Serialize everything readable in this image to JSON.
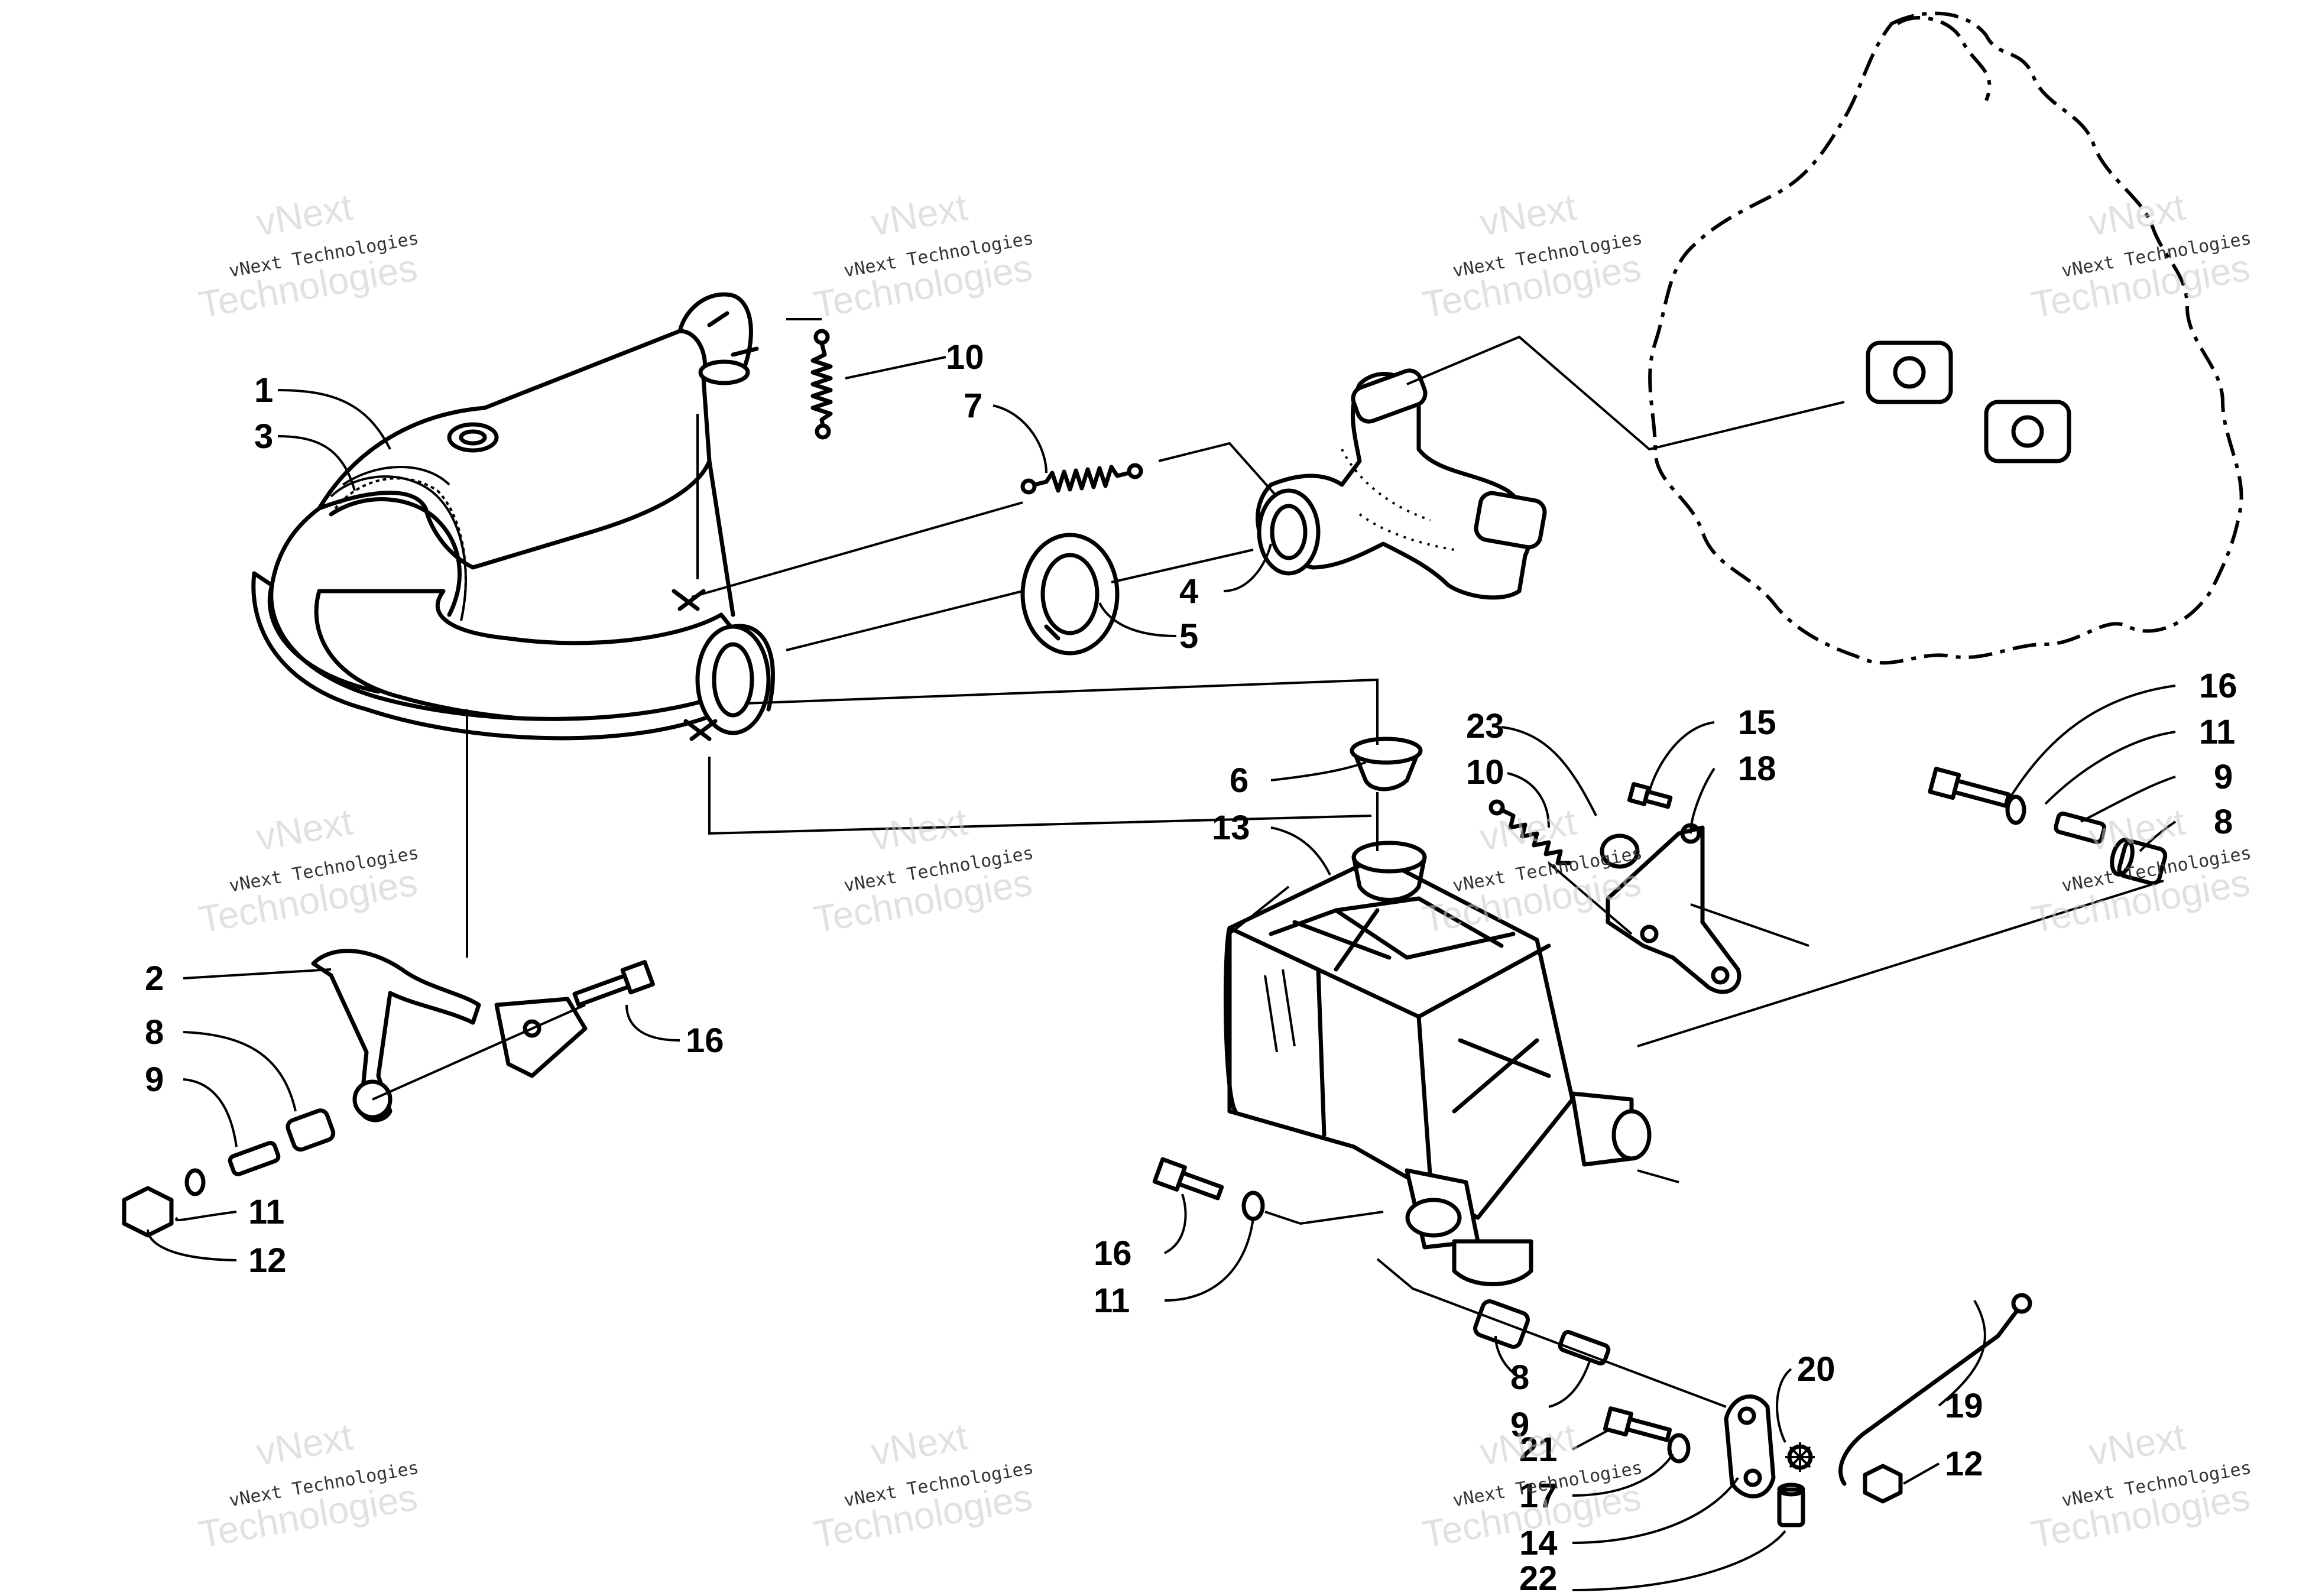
{
  "watermark": {
    "line1": "vNext",
    "line2": "vNext Technologies",
    "line3": "Technologies"
  },
  "callouts": {
    "c1": "1",
    "c2": "2",
    "c3": "3",
    "c4": "4",
    "c5": "5",
    "c6": "6",
    "c7": "7",
    "c8a": "8",
    "c8b": "8",
    "c8c": "8",
    "c9a": "9",
    "c9b": "9",
    "c9c": "9",
    "c10a": "10",
    "c10b": "10",
    "c11a": "11",
    "c11b": "11",
    "c11c": "11",
    "c12a": "12",
    "c12b": "12",
    "c13": "13",
    "c14": "14",
    "c15": "15",
    "c16a": "16",
    "c16b": "16",
    "c16c": "16",
    "c17": "17",
    "c18": "18",
    "c19": "19",
    "c20": "20",
    "c21": "21",
    "c22": "22",
    "c23": "23"
  }
}
